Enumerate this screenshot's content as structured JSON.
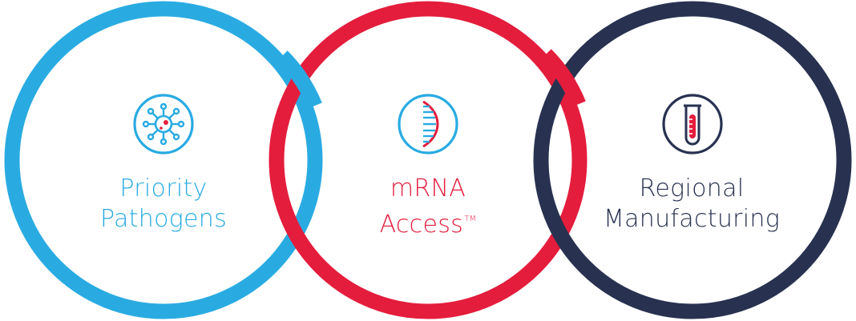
{
  "colors": {
    "blue": "#29abe2",
    "red": "#e41d3d",
    "navy": "#283250"
  },
  "circles": [
    {
      "line1": "Priority",
      "line2": "Pathogens",
      "mark": "",
      "icon": "virus-icon",
      "color": "#29abe2"
    },
    {
      "line1": "mRNA",
      "line2": "Access",
      "mark": "TM",
      "icon": "dna-helix-icon",
      "color": "#e41d3d"
    },
    {
      "line1": "Regional",
      "line2": "Manufacturing",
      "mark": "",
      "icon": "test-tube-icon",
      "color": "#283250"
    }
  ]
}
